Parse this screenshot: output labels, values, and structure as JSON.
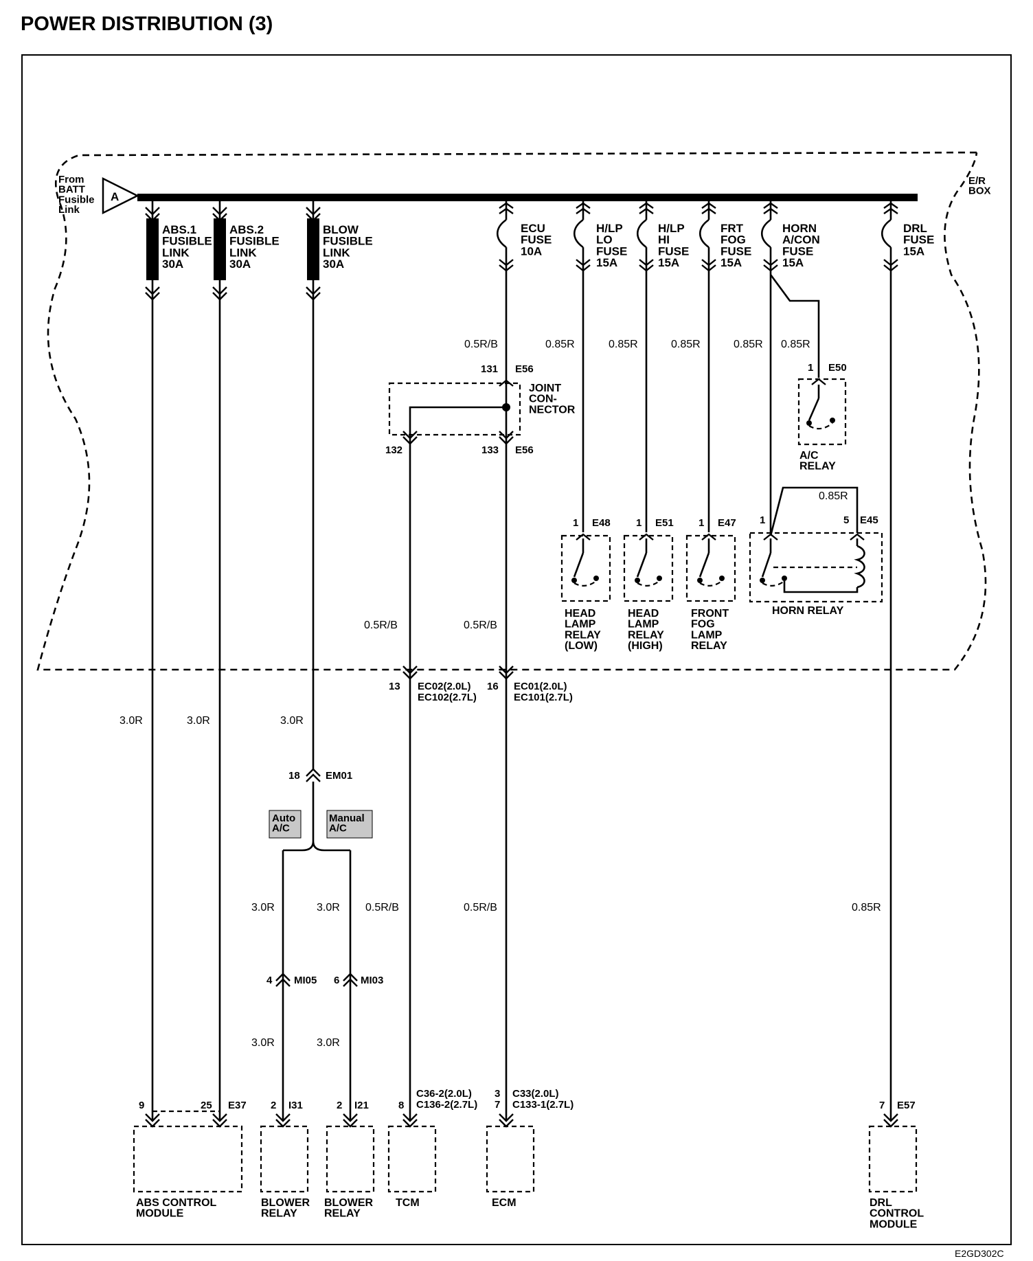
{
  "title": "POWER DISTRIBUTION (3)",
  "footer_code": "E2GD302C",
  "er_box": "E/R\nBOX",
  "source": {
    "label": "From\nBATT\nFusible\nLink",
    "marker": "A"
  },
  "fuses": {
    "abs1": "ABS.1\nFUSIBLE\nLINK\n30A",
    "abs2": "ABS.2\nFUSIBLE\nLINK\n30A",
    "blow": "BLOW\nFUSIBLE\nLINK\n30A",
    "ecu": "ECU\nFUSE\n10A",
    "hlp_lo": "H/LP\nLO\nFUSE\n15A",
    "hlp_hi": "H/LP\nHI\nFUSE\n15A",
    "frt_fog": "FRT\nFOG\nFUSE\n15A",
    "horn_acon": "HORN\nA/CON\nFUSE\n15A",
    "drl": "DRL\nFUSE\n15A"
  },
  "wires": {
    "r30": "3.0R",
    "r085": "0.85R",
    "rb05": "0.5R/B"
  },
  "joint_connector": {
    "label": "JOINT\nCON-\nNECTOR",
    "pin_in": "131",
    "pin_out1": "132",
    "pin_out2": "133",
    "conn": "E56"
  },
  "relays": {
    "ac": {
      "pin": "1",
      "conn": "E50",
      "label": "A/C\nRELAY"
    },
    "head_low": {
      "pin": "1",
      "conn": "E48",
      "label": "HEAD\nLAMP\nRELAY\n(LOW)"
    },
    "head_high": {
      "pin": "1",
      "conn": "E51",
      "label": "HEAD\nLAMP\nRELAY\n(HIGH)"
    },
    "front_fog": {
      "pin": "1",
      "conn": "E47",
      "label": "FRONT\nFOG\nLAMP\nRELAY"
    },
    "horn": {
      "pin1": "1",
      "pin5": "5",
      "conn": "E45",
      "label": "HORN RELAY"
    }
  },
  "ec_connectors": {
    "pin13": "13",
    "ec02": "EC02(2.0L)",
    "ec102": "EC102(2.7L)",
    "pin16": "16",
    "ec01": "EC01(2.0L)",
    "ec101": "EC101(2.7L)"
  },
  "em01": {
    "pin": "18",
    "conn": "EM01"
  },
  "ac_options": {
    "auto": "Auto\nA/C",
    "manual": "Manual\nA/C"
  },
  "mi": {
    "pin4": "4",
    "mi05": "MI05",
    "pin6": "6",
    "mi03": "MI03"
  },
  "bottom_connectors": {
    "abs_pin9": "9",
    "abs_pin25": "25",
    "abs_conn": "E37",
    "bl1_pin": "2",
    "bl1_conn": "I31",
    "bl2_pin": "2",
    "bl2_conn": "I21",
    "tcm_pin": "8",
    "tcm_c1": "C36-2(2.0L)",
    "tcm_c2": "C136-2(2.7L)",
    "ecm_pin3": "3",
    "ecm_pin7": "7",
    "ecm_c1": "C33(2.0L)",
    "ecm_c2": "C133-1(2.7L)",
    "drl_pin": "7",
    "drl_conn": "E57"
  },
  "modules": {
    "abs": "ABS CONTROL\nMODULE",
    "blower1": "BLOWER\nRELAY",
    "blower2": "BLOWER\nRELAY",
    "tcm": "TCM",
    "ecm": "ECM",
    "drl": "DRL\nCONTROL\nMODULE"
  }
}
